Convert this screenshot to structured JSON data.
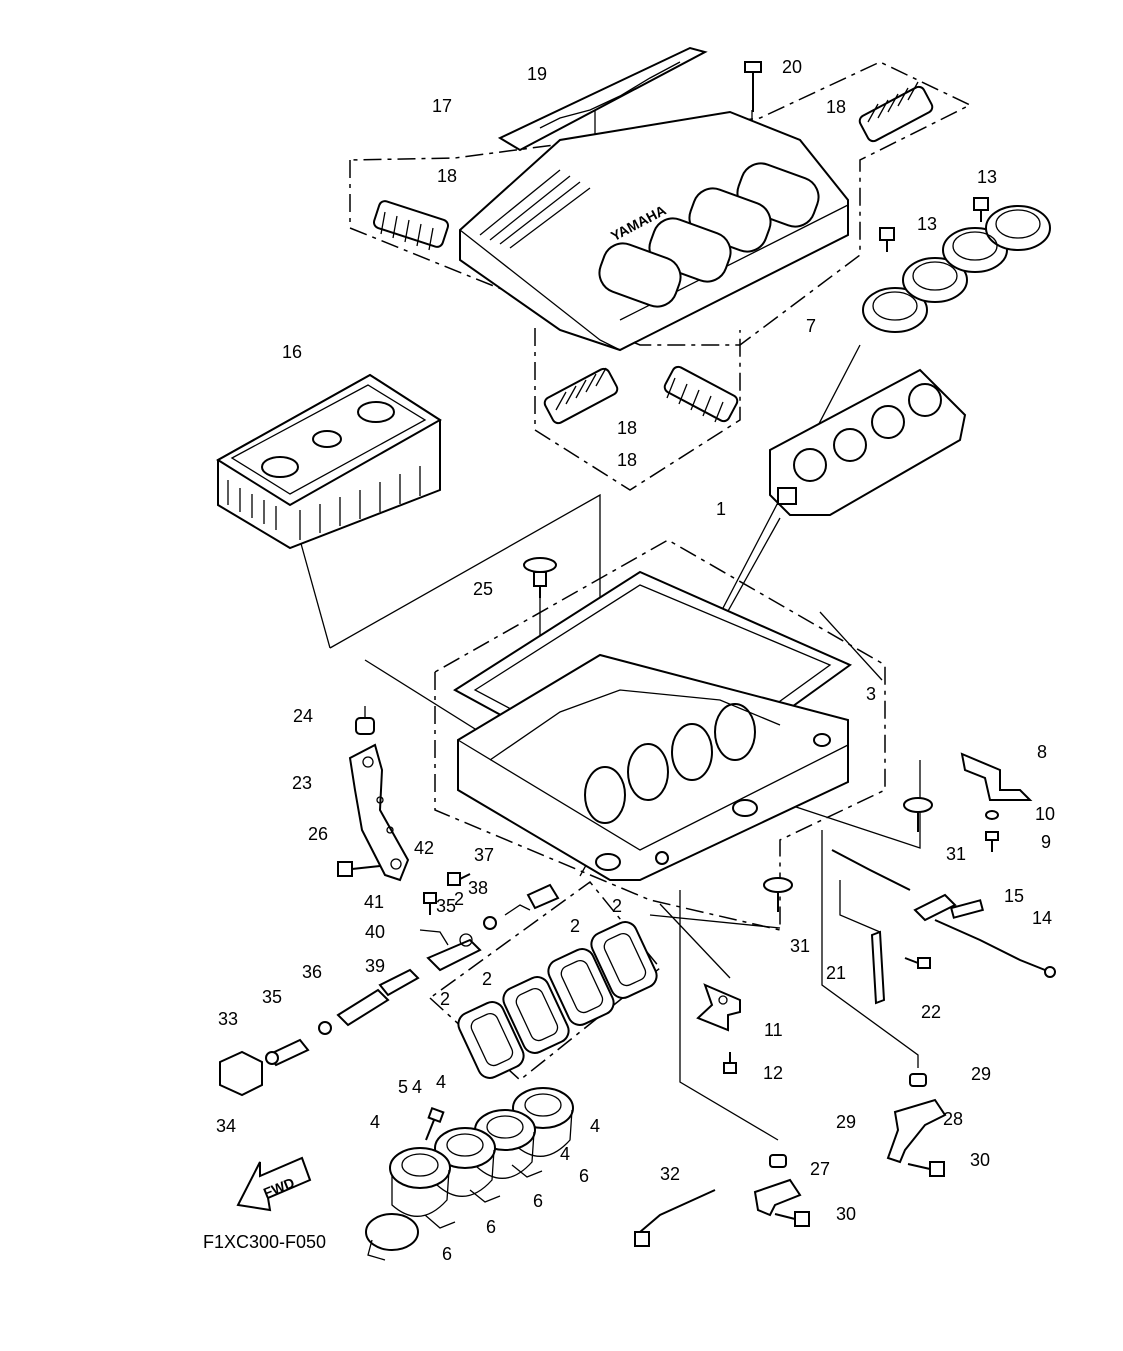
{
  "diagram": {
    "code": "F1XC300-F050",
    "fwd_label": "FWD",
    "brand_text": "YAMAHA",
    "callouts": [
      "1",
      "2",
      "2",
      "2",
      "2",
      "2",
      "3",
      "4",
      "4",
      "4",
      "4",
      "4",
      "5",
      "6",
      "6",
      "6",
      "6",
      "7",
      "8",
      "9",
      "10",
      "11",
      "12",
      "13",
      "13",
      "14",
      "15",
      "16",
      "17",
      "18",
      "18",
      "18",
      "18",
      "19",
      "20",
      "21",
      "22",
      "23",
      "24",
      "25",
      "26",
      "27",
      "28",
      "29",
      "29",
      "30",
      "30",
      "31",
      "31",
      "32",
      "33",
      "34",
      "35",
      "35",
      "36",
      "37",
      "38",
      "39",
      "40",
      "41",
      "42"
    ]
  }
}
